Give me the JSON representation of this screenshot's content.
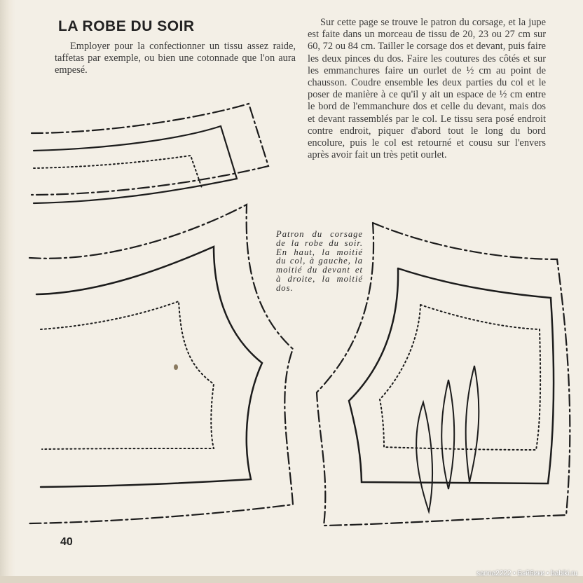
{
  "document": {
    "title": "LA ROBE DU SOIR",
    "intro": "Employer pour la confectionner un tissu assez raide, taffetas par exemple, ou bien une cotonnade que l'on aura empesé.",
    "instructions": "Sur cette page se trouve le patron du corsage, et la jupe est faite dans un morceau de tissu de 20, 23 ou 27 cm sur 60, 72 ou 84 cm. Tailler le corsage dos et devant, puis faire les deux pinces du dos. Faire les coutures des côtés et sur les emmanchures faire un ourlet de ½ cm au point de chausson. Coudre ensemble les deux parties du col et le poser de manière à ce qu'il y ait un espace de ½ cm entre le bord de l'emmanchure dos et celle du devant, mais dos et devant rassemblés par le col. Le tissu sera posé endroit contre endroit, piquer d'abord tout le long du bord encolure, puis le col est retourné et cousu sur l'envers après avoir fait un très petit ourlet.",
    "caption": "Patron du corsage de la robe du soir. En haut, la moitié du col, à gauche, la moitié du devant et à droite, la moitié dos.",
    "page_number": "40",
    "watermark": "sanna2222 • Бэйбики • babiki.ru"
  }
}
